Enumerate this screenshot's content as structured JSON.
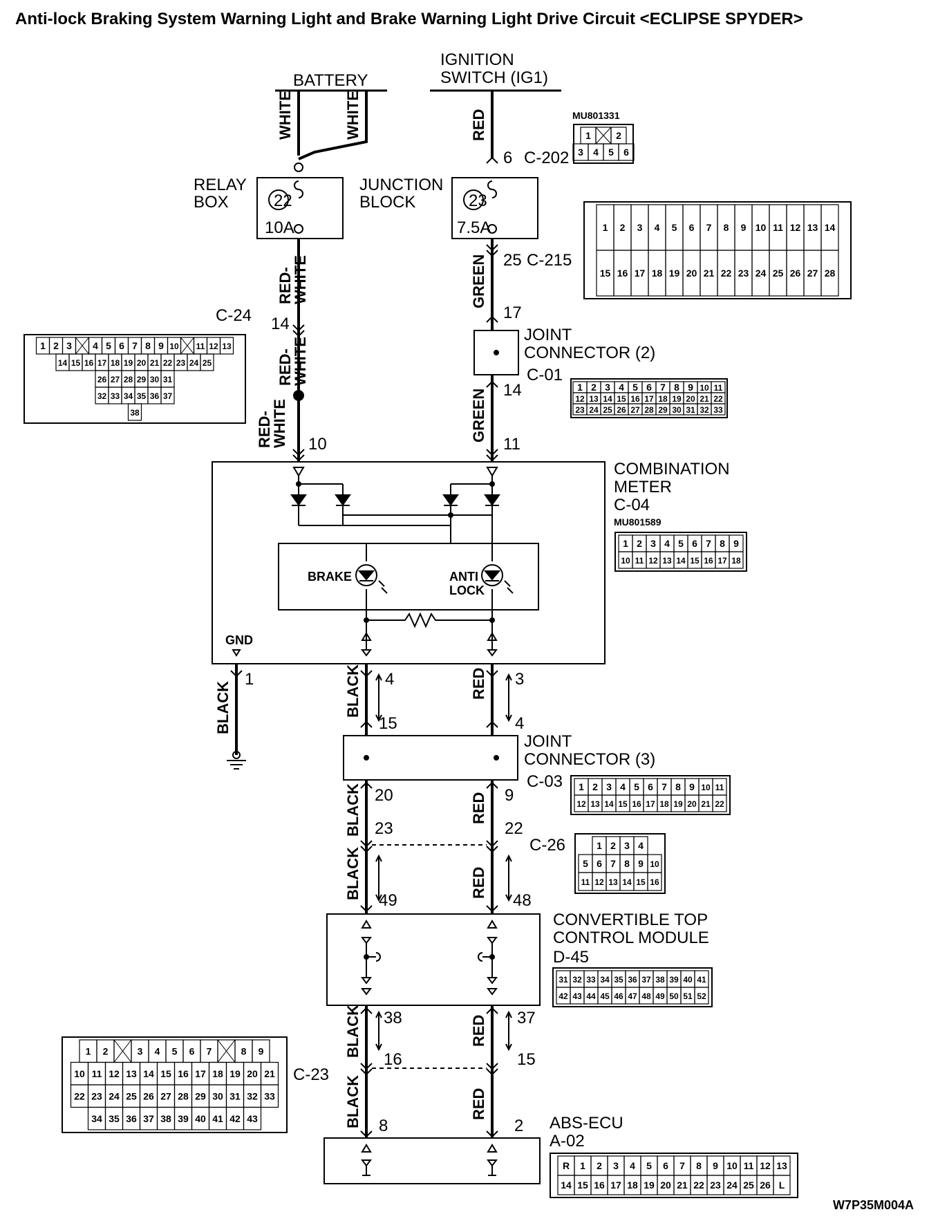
{
  "title": "Anti-lock Braking System Warning Light and Brake Warning Light Drive Circuit <ECLIPSE SPYDER>",
  "figure_code": "W7P35M004A",
  "sources": {
    "battery": "BATTERY",
    "ignition_line1": "IGNITION",
    "ignition_line2": "SWITCH (IG1)"
  },
  "relay_box": {
    "line1": "RELAY",
    "line2": "BOX",
    "fuse_no": "22",
    "rating": "10A"
  },
  "junction_block": {
    "line1": "JUNCTION",
    "line2": "BLOCK",
    "fuse_no": "23",
    "rating": "7.5A"
  },
  "wires": {
    "white_a": "WHITE",
    "white_b": "WHITE",
    "red_ig": "RED",
    "redwhite_1a": "RED-",
    "redwhite_1b": "WHITE",
    "redwhite_2a": "RED-",
    "redwhite_2b": "WHITE",
    "redwhite_3a": "RED-",
    "redwhite_3b": "WHITE",
    "green_1": "GREEN",
    "green_2": "GREEN",
    "black_gnd": "BLACK",
    "black_1": "BLACK",
    "red_1": "RED",
    "black_2": "BLACK",
    "red_2": "RED",
    "black_3": "BLACK",
    "red_3": "RED",
    "black_4": "BLACK",
    "red_4": "RED",
    "black_5": "BLACK",
    "red_5": "RED"
  },
  "connectors": {
    "c202": "C-202",
    "c202_part": "MU801331",
    "c215": "C-215",
    "c24": "C-24",
    "c01": "C-01",
    "c04": "C-04",
    "c04_part": "MU801589",
    "c03": "C-03",
    "c26": "C-26",
    "d45": "D-45",
    "c23": "C-23",
    "a02": "A-02"
  },
  "pins": {
    "p6": "6",
    "p25": "25",
    "p17": "17",
    "p14a": "14",
    "p14b": "14",
    "p10": "10",
    "p11": "11",
    "p1": "1",
    "p4a": "4",
    "p3": "3",
    "p15a": "15",
    "p4b": "4",
    "p20": "20",
    "p9": "9",
    "p23": "23",
    "p22": "22",
    "p49": "49",
    "p48": "48",
    "p38": "38",
    "p37": "37",
    "p16": "16",
    "p15b": "15",
    "p8": "8",
    "p2": "2"
  },
  "joint_connector_2": {
    "line1": "JOINT",
    "line2": "CONNECTOR (2)"
  },
  "joint_connector_3": {
    "line1": "JOINT",
    "line2": "CONNECTOR (3)"
  },
  "combination_meter": {
    "line1": "COMBINATION",
    "line2": "METER",
    "gnd": "GND",
    "brake": "BRAKE",
    "anti": "ANTI",
    "lock": "LOCK"
  },
  "convertible_top": {
    "line1": "CONVERTIBLE TOP",
    "line2": "CONTROL MODULE"
  },
  "abs_ecu": {
    "label": "ABS-ECU"
  },
  "connector_faces": {
    "c202": [
      [
        "1",
        "",
        "2"
      ],
      [
        "3",
        "4",
        "5",
        "6"
      ]
    ],
    "c215": [
      [
        "1",
        "2",
        "3",
        "4",
        "5",
        "6",
        "7",
        "8",
        "9",
        "10",
        "11",
        "12",
        "13",
        "14"
      ],
      [
        "15",
        "16",
        "17",
        "18",
        "19",
        "20",
        "21",
        "22",
        "23",
        "24",
        "25",
        "26",
        "27",
        "28"
      ]
    ],
    "c24": [
      [
        "1",
        "2",
        "3",
        "",
        "4",
        "5",
        "6",
        "7",
        "8",
        "9",
        "10",
        "",
        "11",
        "12",
        "13"
      ],
      [
        "14",
        "15",
        "16",
        "17",
        "18",
        "19",
        "20",
        "21",
        "22",
        "23",
        "24",
        "25"
      ],
      [
        "26",
        "27",
        "28",
        "29",
        "30",
        "31"
      ],
      [
        "32",
        "33",
        "34",
        "35",
        "36",
        "37"
      ],
      [
        "38"
      ]
    ],
    "c01": [
      [
        "1",
        "2",
        "3",
        "4",
        "5",
        "6",
        "7",
        "8",
        "9",
        "10",
        "11"
      ],
      [
        "12",
        "13",
        "14",
        "15",
        "16",
        "17",
        "18",
        "19",
        "20",
        "21",
        "22"
      ],
      [
        "23",
        "24",
        "25",
        "26",
        "27",
        "28",
        "29",
        "30",
        "31",
        "32",
        "33"
      ]
    ],
    "c04": [
      [
        "1",
        "2",
        "3",
        "4",
        "5",
        "6",
        "7",
        "8",
        "9"
      ],
      [
        "10",
        "11",
        "12",
        "13",
        "14",
        "15",
        "16",
        "17",
        "18"
      ]
    ],
    "c03": [
      [
        "1",
        "2",
        "3",
        "4",
        "5",
        "6",
        "7",
        "8",
        "9",
        "10",
        "11"
      ],
      [
        "12",
        "13",
        "14",
        "15",
        "16",
        "17",
        "18",
        "19",
        "20",
        "21",
        "22"
      ]
    ],
    "c26": [
      [
        "1",
        "2",
        "3",
        "4"
      ],
      [
        "5",
        "6",
        "7",
        "8",
        "9",
        "10"
      ],
      [
        "11",
        "12",
        "13",
        "14",
        "15",
        "16"
      ]
    ],
    "d45": [
      [
        "31",
        "32",
        "33",
        "34",
        "35",
        "36",
        "37",
        "38",
        "39",
        "40",
        "41"
      ],
      [
        "42",
        "43",
        "44",
        "45",
        "46",
        "47",
        "48",
        "49",
        "50",
        "51",
        "52"
      ]
    ],
    "c23": [
      [
        "1",
        "2",
        "",
        "3",
        "4",
        "5",
        "6",
        "7",
        "",
        "8",
        "9"
      ],
      [
        "10",
        "11",
        "12",
        "13",
        "14",
        "15",
        "16",
        "17",
        "18",
        "19",
        "20",
        "21"
      ],
      [
        "22",
        "23",
        "24",
        "25",
        "26",
        "27",
        "28",
        "29",
        "30",
        "31",
        "32",
        "33"
      ],
      [
        "34",
        "35",
        "36",
        "37",
        "38",
        "39",
        "40",
        "41",
        "42",
        "43"
      ]
    ],
    "a02": [
      [
        "R",
        "1",
        "2",
        "3",
        "4",
        "5",
        "6",
        "7",
        "8",
        "9",
        "10",
        "11",
        "12",
        "13"
      ],
      [
        "14",
        "15",
        "16",
        "17",
        "18",
        "19",
        "20",
        "21",
        "22",
        "23",
        "24",
        "25",
        "26",
        "L"
      ]
    ]
  }
}
